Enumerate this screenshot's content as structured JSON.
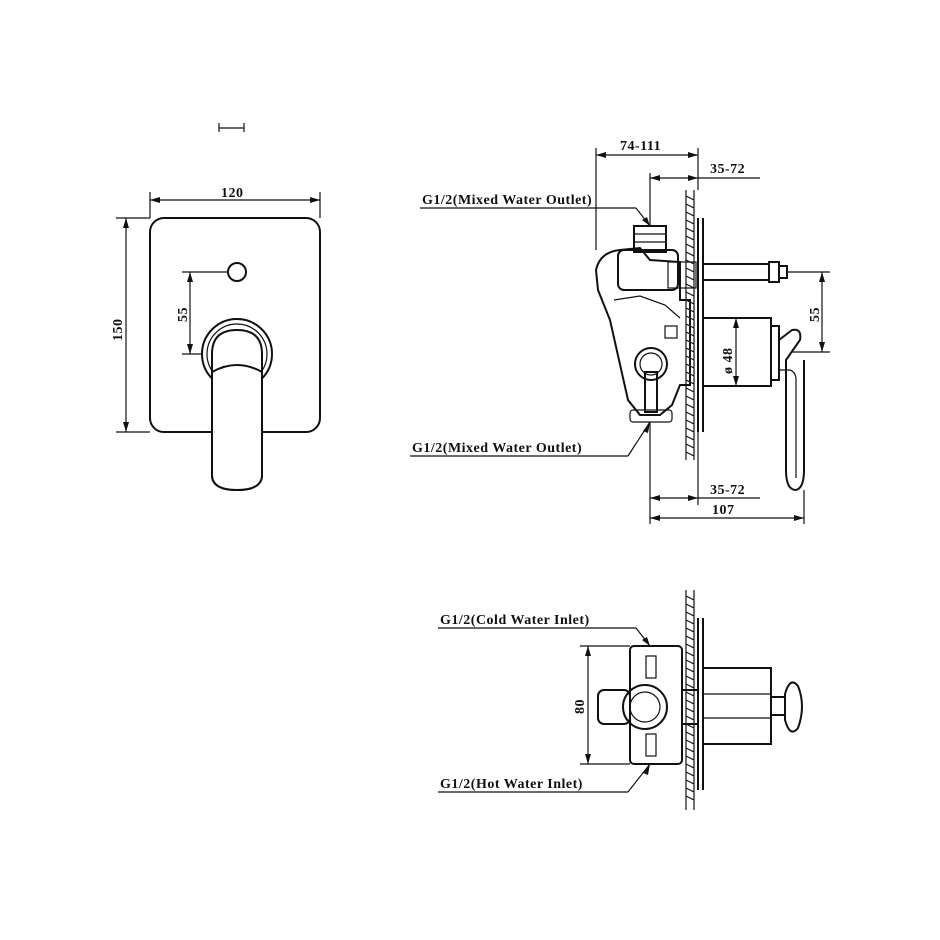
{
  "front_view": {
    "width_dim": "120",
    "height_dim": "150",
    "offset_dim": "55"
  },
  "side_view": {
    "depth_range_dim": "74-111",
    "wall_range_top_dim": "35-72",
    "outlet_top_label": "G1/2(Mixed Water Outlet)",
    "outlet_bottom_label": "G1/2(Mixed Water Outlet)",
    "diameter_dim": "ø 48",
    "height_dim": "55",
    "wall_range_bottom_dim": "35-72",
    "total_depth_dim": "107"
  },
  "bottom_view": {
    "cold_inlet_label": "G1/2(Cold Water Inlet)",
    "hot_inlet_label": "G1/2(Hot Water Inlet)",
    "spacing_dim": "80"
  },
  "colors": {
    "line": "#111111",
    "background": "#ffffff"
  }
}
